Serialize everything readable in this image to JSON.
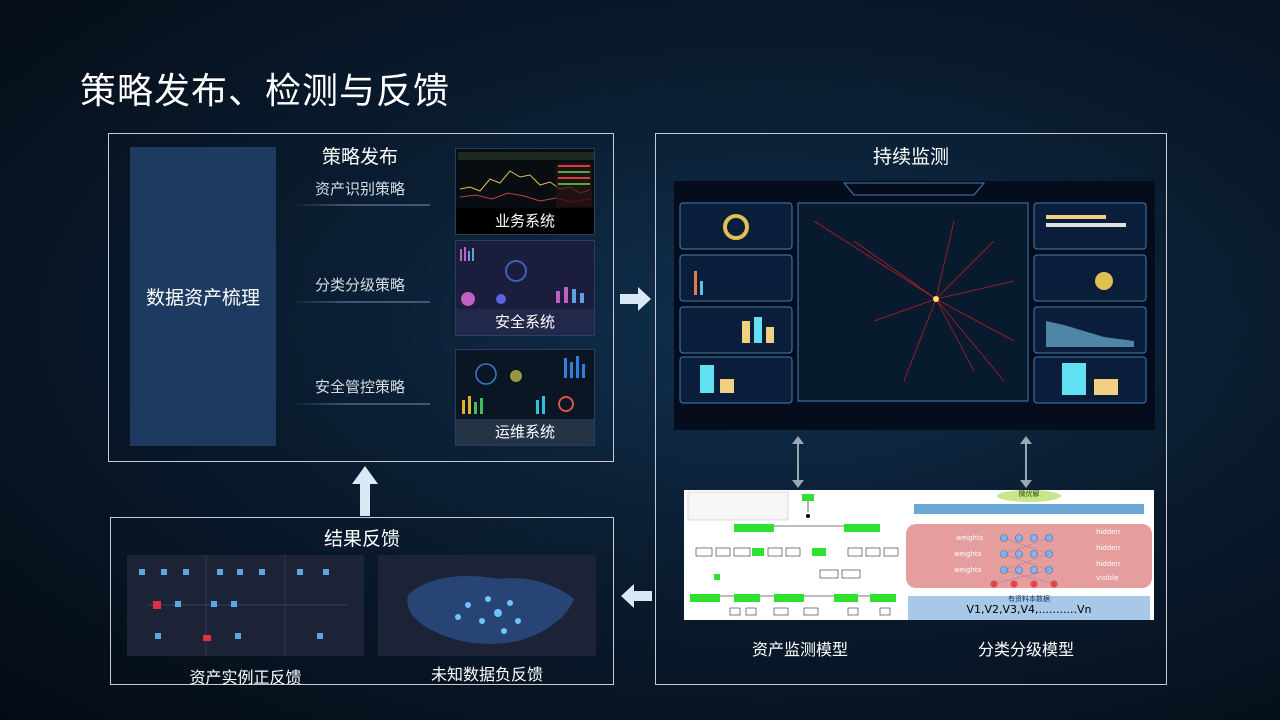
{
  "page": {
    "title": "策略发布、检测与反馈"
  },
  "publish_panel": {
    "section_label": "策略发布",
    "source_box_label": "数据资产梳理",
    "strategies": [
      {
        "label": "资产识别策略"
      },
      {
        "label": "分类分级策略"
      },
      {
        "label": "安全管控策略"
      }
    ],
    "targets": [
      {
        "label": "业务系统"
      },
      {
        "label": "安全系统"
      },
      {
        "label": "运维系统"
      }
    ]
  },
  "monitor_panel": {
    "section_label": "持续监测",
    "models": [
      {
        "label": "资产监测模型"
      },
      {
        "label": "分类分级模型"
      }
    ]
  },
  "feedback_panel": {
    "section_label": "结果反馈",
    "items": [
      {
        "label": "资产实例正反馈"
      },
      {
        "label": "未知数据负反馈"
      }
    ]
  },
  "neural_net": {
    "top_label": "微优解",
    "layer_labels": [
      "weights",
      "weights",
      "weights",
      "hidden",
      "hidden",
      "hidden",
      "visible"
    ],
    "input_caption": "有资料本数据",
    "input_vector": "V1,V2,V3,V4,...........Vn"
  },
  "colors": {
    "accent_blue": "#1e3a60",
    "arrow_light": "#dbe8f6",
    "panel_border": "#c8ccd2"
  }
}
